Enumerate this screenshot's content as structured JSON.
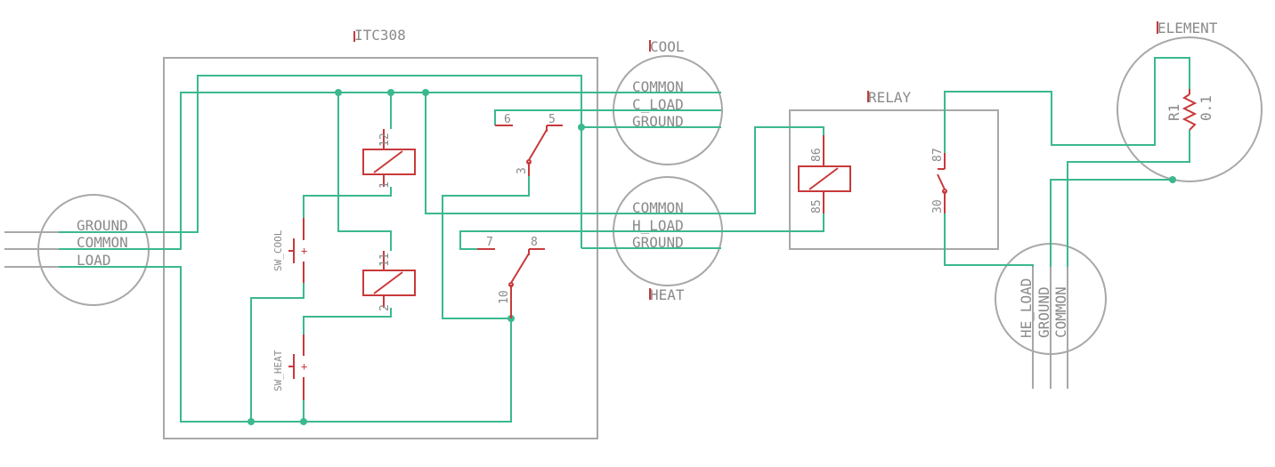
{
  "colors": {
    "wire": "#3bb88f",
    "symbol": "#c8393b",
    "outline": "#a8a8a8",
    "text": "#8a8a8a"
  },
  "itc308": {
    "name": "ITC308"
  },
  "cool": {
    "name": "COOL",
    "pins": [
      "COMMON",
      "C_LOAD",
      "GROUND"
    ]
  },
  "heat": {
    "name": "HEAT",
    "pins": [
      "COMMON",
      "H_LOAD",
      "GROUND"
    ]
  },
  "mains": {
    "pins": [
      "GROUND",
      "COMMON",
      "LOAD"
    ]
  },
  "relay": {
    "name": "RELAY",
    "coil_pins": [
      "86",
      "85"
    ],
    "contact_pins": [
      "87",
      "30"
    ]
  },
  "element": {
    "name": "ELEMENT",
    "resistor": "R1",
    "value": "0.1"
  },
  "he_conn": {
    "pins": [
      "HE_LOAD",
      "GROUND",
      "COMMON"
    ]
  },
  "relay_top": {
    "pins": [
      "12",
      "1"
    ]
  },
  "relay_bottom": {
    "pins": [
      "11",
      "2"
    ]
  },
  "switch_cool": {
    "name": "SW_COOL",
    "pins": [
      "6",
      "5",
      "3"
    ]
  },
  "switch_heat": {
    "name": "SW_HEAT",
    "pins": [
      "7",
      "8",
      "10"
    ]
  }
}
